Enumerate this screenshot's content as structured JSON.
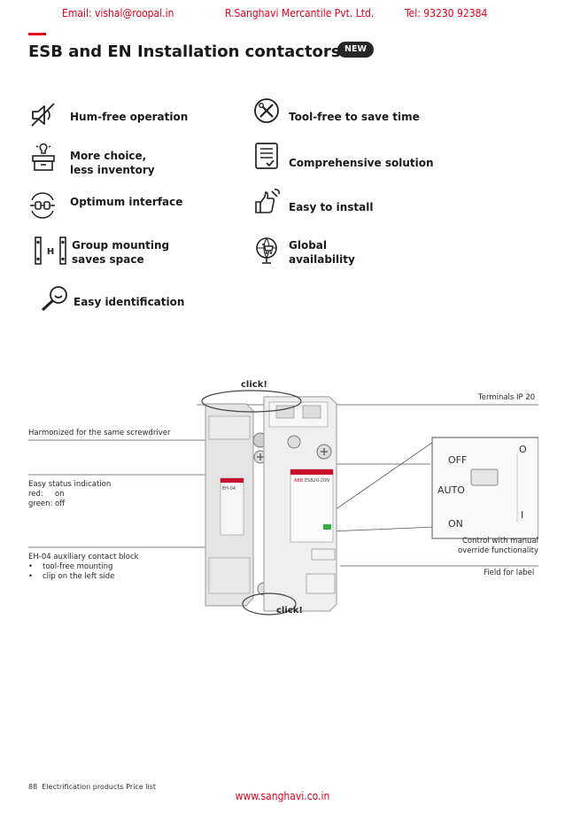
{
  "header": {
    "email": "Email: vishal@roopal.in",
    "company": "R.Sanghavi Mercantile Pvt. Ltd.",
    "phone": "Tel: 93230 92384"
  },
  "title": "ESB and EN Installation contactors",
  "badge": "NEW",
  "features": {
    "hum_free": {
      "icon": "speaker-muted-icon",
      "line1": "Hum-free operation"
    },
    "tool_free": {
      "icon": "crossed-tools-icon",
      "line1": "Tool-free to save time"
    },
    "more_choice": {
      "icon": "lightbulb-box-icon",
      "line1": "More choice,",
      "line2": "less inventory"
    },
    "comprehensive": {
      "icon": "checklist-icon",
      "line1": "Comprehensive solution"
    },
    "interface": {
      "icon": "interface-connector-icon",
      "line1": "Optimum interface"
    },
    "install": {
      "icon": "thumbs-up-wrench-icon",
      "line1": "Easy to install"
    },
    "group": {
      "icon": "group-mounting-icon",
      "line1": "Group mounting",
      "line2": "saves space"
    },
    "global": {
      "icon": "globe-cart-icon",
      "line1": "Global",
      "line2": "availability"
    },
    "identification": {
      "icon": "magnifier-icon",
      "line1": "Easy identification"
    }
  },
  "diagram": {
    "click_top": "click!",
    "click_bottom": "click!",
    "terminals": "Terminals IP 20",
    "screwdriver": "Harmonized for the same screwdriver",
    "status_title": "Easy status indication",
    "status_red_label": "red:",
    "status_red_value": "on",
    "status_green_label": "green:",
    "status_green_value": "off",
    "aux_title": "EH-04 auxiliary contact block",
    "aux_bullet1": "tool-free mounting",
    "aux_bullet2": "clip on the left side",
    "control_line1": "Control with manual",
    "control_line2": "override functionality",
    "field_label": "Field for label",
    "switch_off": "OFF",
    "switch_auto": "AUTO",
    "switch_on": "ON",
    "switch_zero": "O",
    "switch_one": "I",
    "brand": "ABB",
    "model_aux": "EH-04",
    "model_main": "ESB20-20N"
  },
  "footer": {
    "page": "88",
    "label": "Electrification products Price list",
    "website": "www.sanghavi.co.in"
  },
  "colors": {
    "accent_red": "#e2001a",
    "badge_dark": "#262626",
    "status_green": "#3aa845"
  }
}
